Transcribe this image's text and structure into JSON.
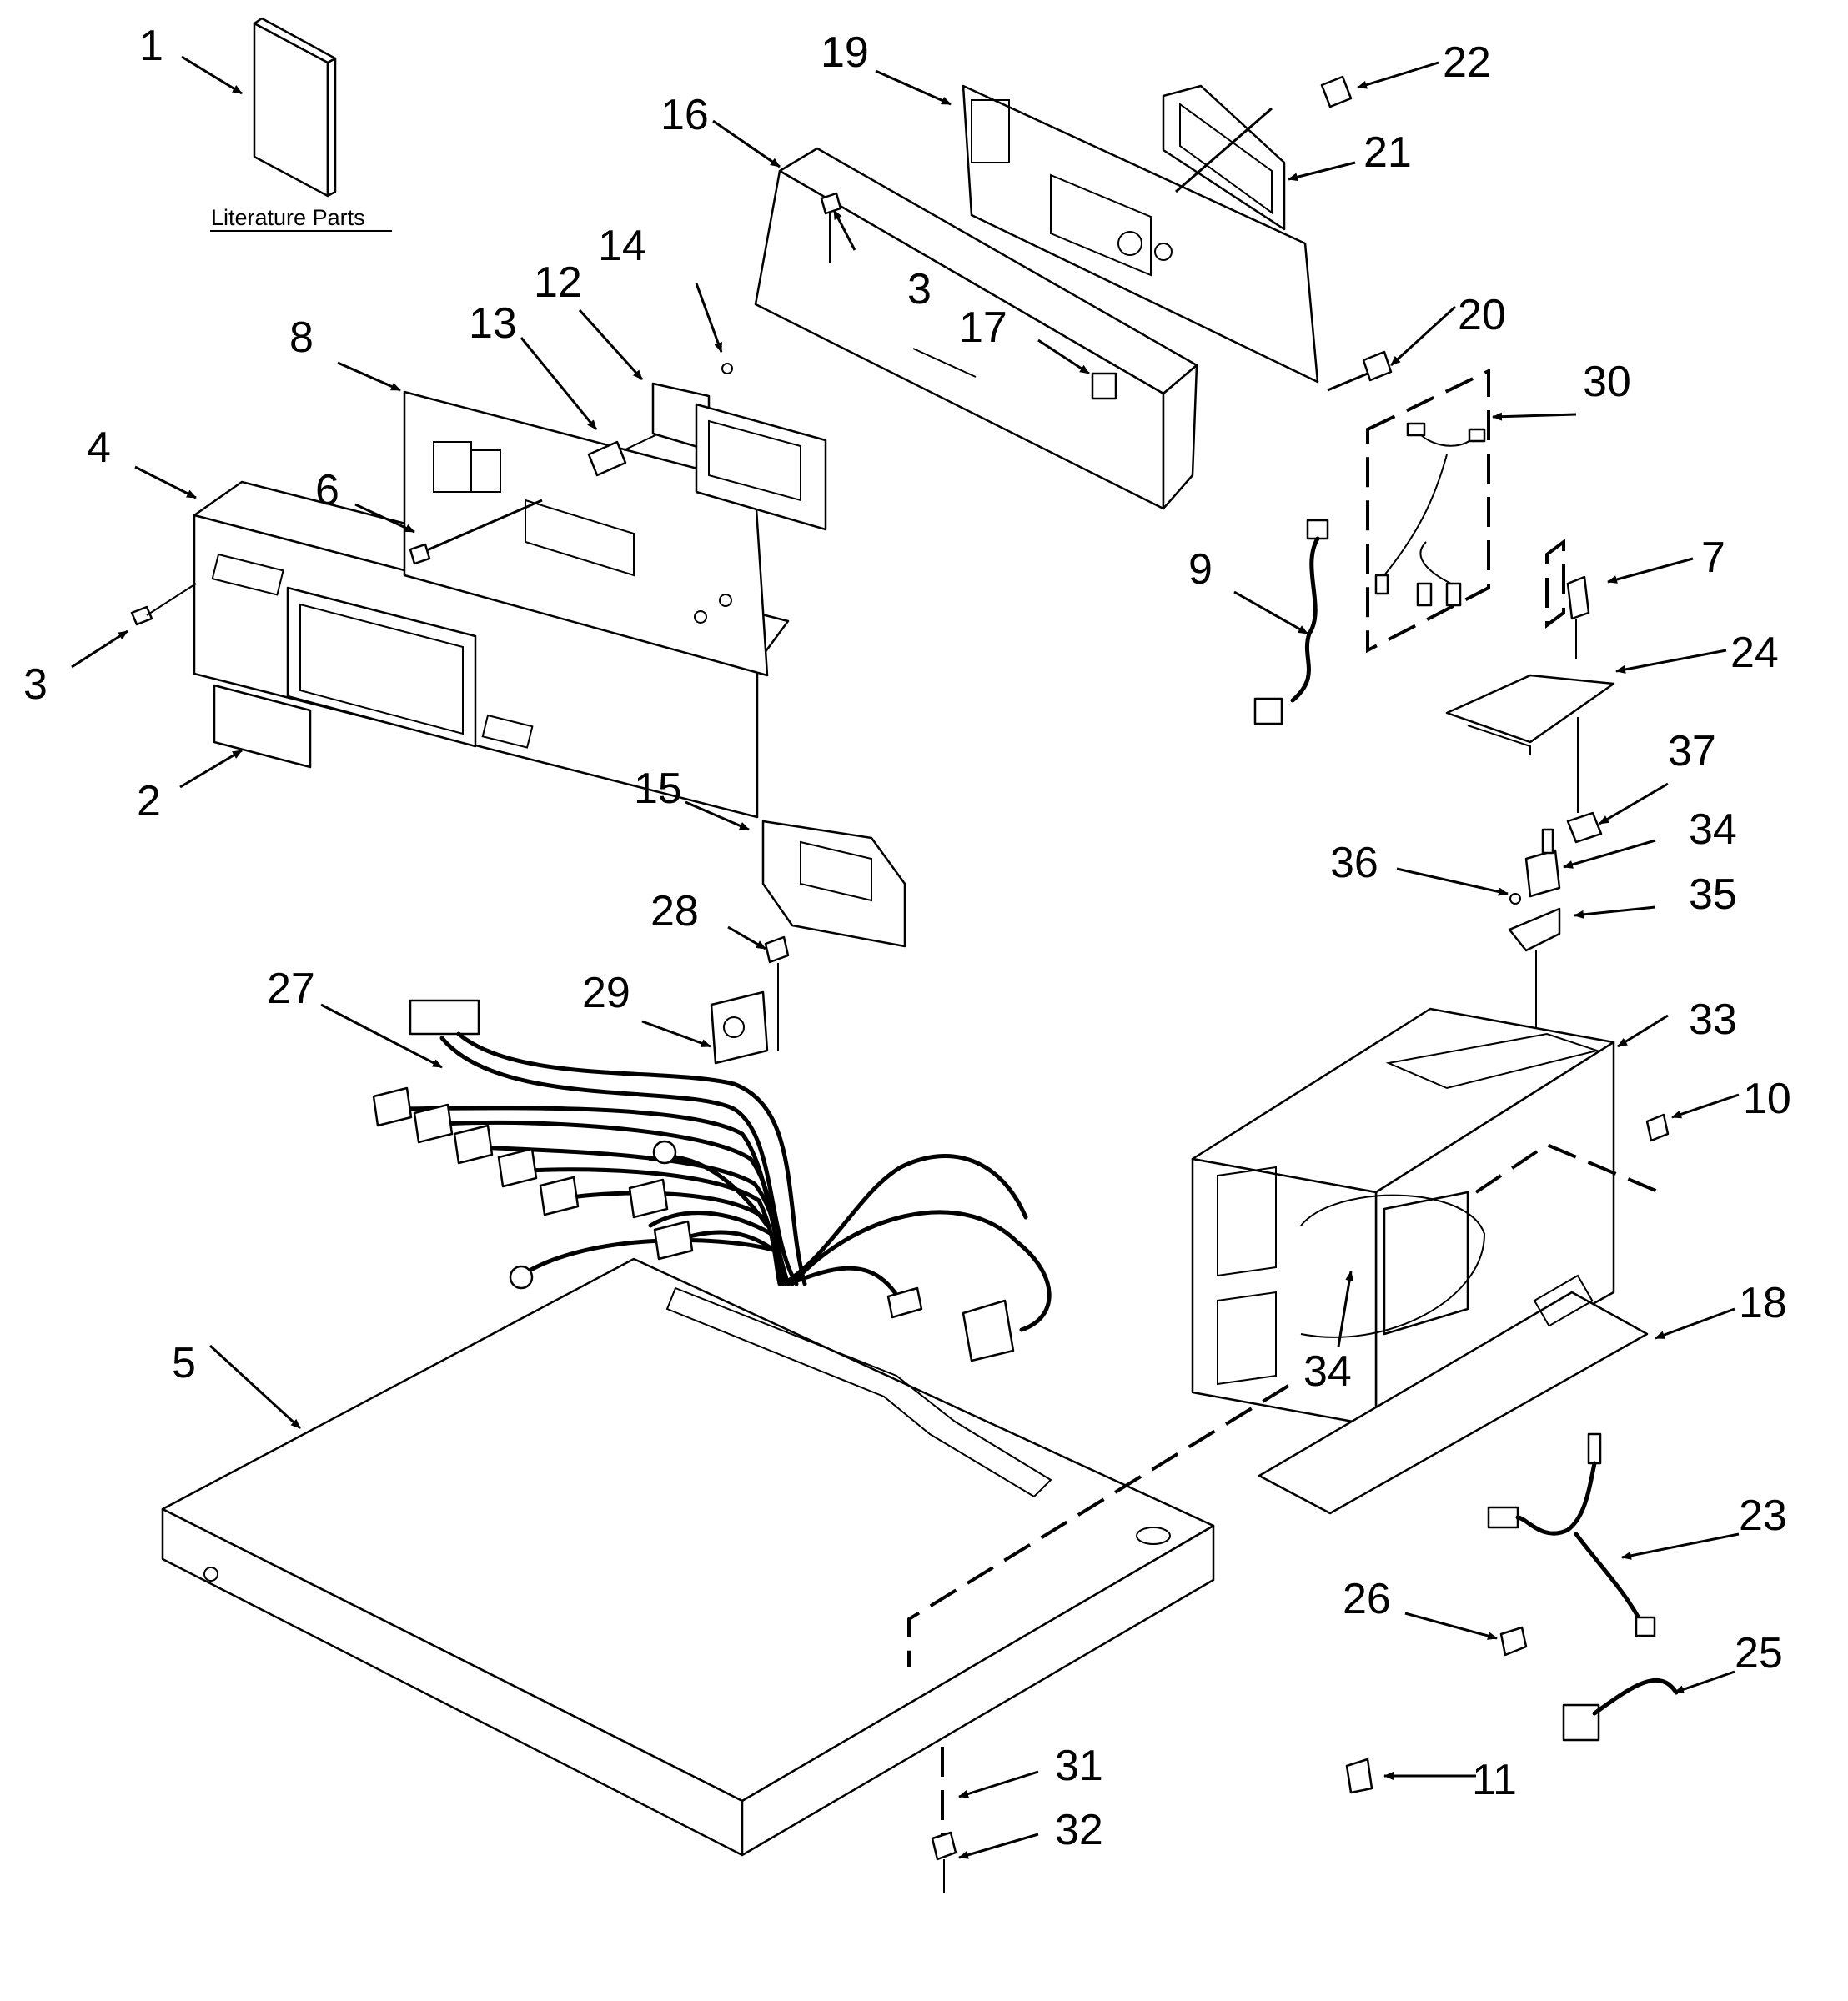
{
  "literature_caption": "Literature Parts",
  "callouts": [
    "1",
    "2",
    "3",
    "3",
    "4",
    "5",
    "6",
    "7",
    "8",
    "9",
    "10",
    "11",
    "12",
    "13",
    "14",
    "15",
    "16",
    "17",
    "18",
    "19",
    "20",
    "21",
    "22",
    "23",
    "24",
    "25",
    "26",
    "27",
    "28",
    "29",
    "30",
    "31",
    "32",
    "33",
    "34",
    "34",
    "35",
    "36",
    "37"
  ]
}
